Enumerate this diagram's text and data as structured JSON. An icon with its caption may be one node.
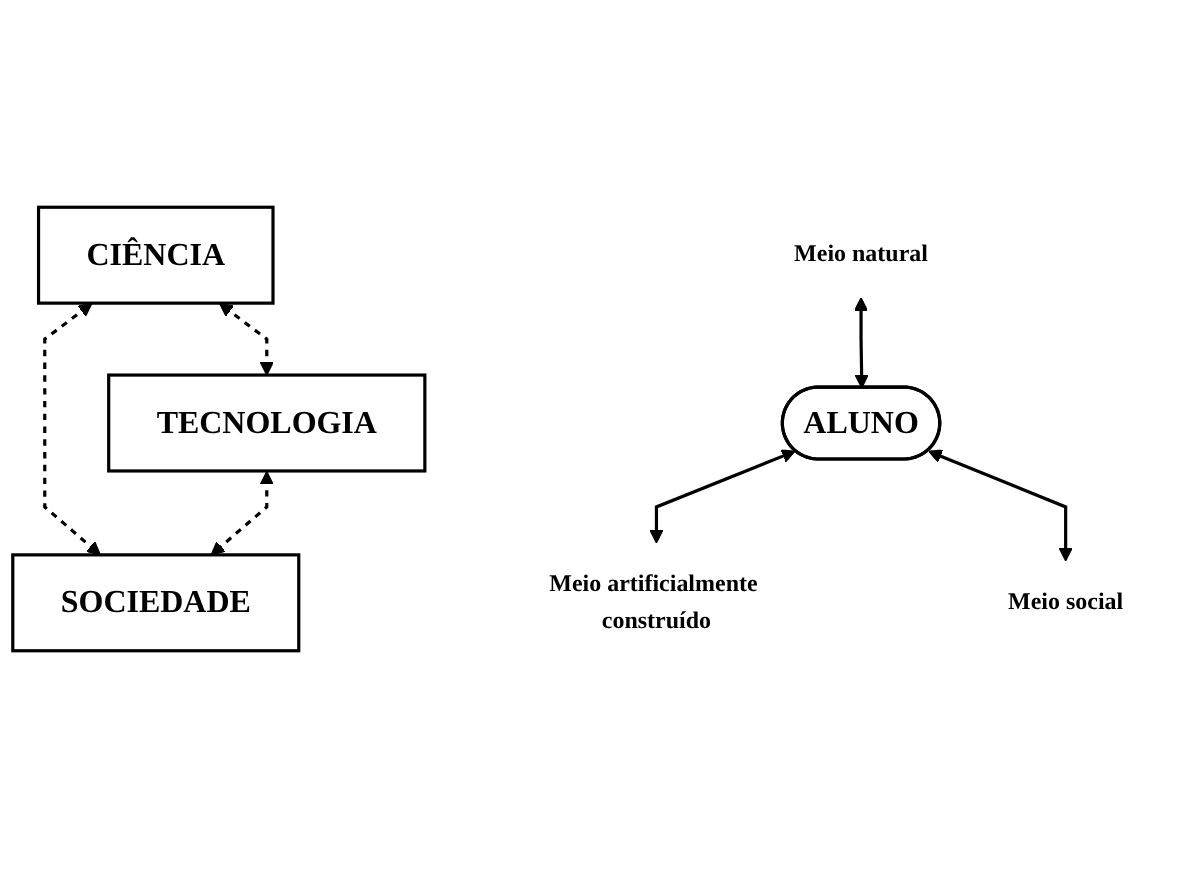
{
  "diagram": {
    "nodes": [
      {
        "text": [
          "CIÊNCIA"
        ]
      },
      {
        "text": [
          "Meio natural"
        ]
      },
      {
        "text": [
          "ALUNO"
        ]
      },
      {
        "text": [
          "Meio artificialmente construído"
        ]
      },
      {
        "text": [
          "Meio social"
        ]
      },
      {
        "text": [
          "TECNOLOGIA"
        ]
      },
      {
        "text": [
          "SOCIEDADE"
        ]
      }
    ],
    "edges": [
      {
        "from": 1,
        "to": 2,
        "arrow": "both"
      },
      {
        "from": 2,
        "to": 3,
        "arrow": "both"
      },
      {
        "from": 2,
        "to": 4,
        "arrow": "both"
      },
      {
        "from": 0,
        "to": 5,
        "arrow": "both",
        "style": "dashed"
      },
      {
        "from": 0,
        "to": 6,
        "arrow": "both",
        "style": "dashed"
      },
      {
        "from": 5,
        "to": 6,
        "arrow": "both",
        "style": "dashed"
      }
    ]
  }
}
